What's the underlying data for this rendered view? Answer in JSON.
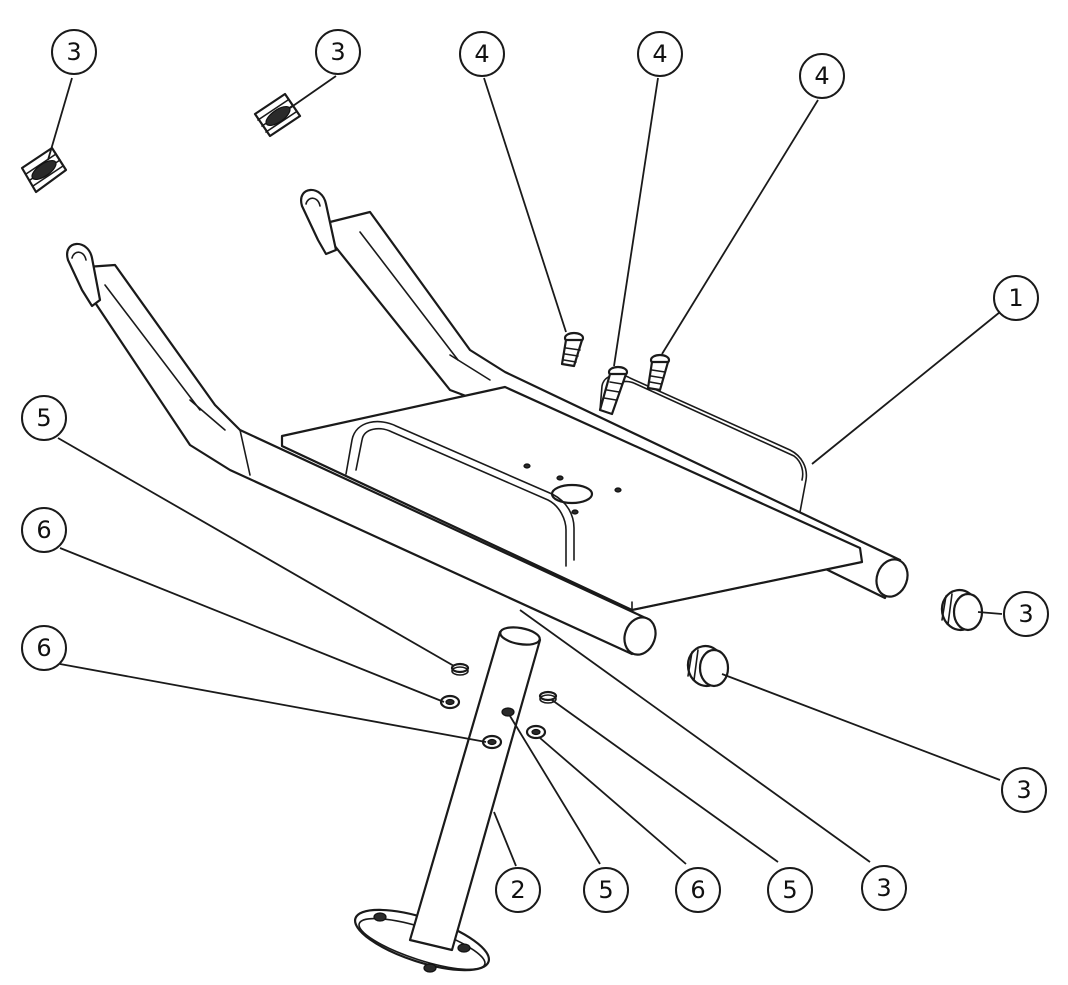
{
  "callouts": [
    {
      "id": "c1",
      "number": "1"
    },
    {
      "id": "c2",
      "number": "2"
    },
    {
      "id": "c3a",
      "number": "3"
    },
    {
      "id": "c3b",
      "number": "3"
    },
    {
      "id": "c3c",
      "number": "3"
    },
    {
      "id": "c3d",
      "number": "3"
    },
    {
      "id": "c3e",
      "number": "3"
    },
    {
      "id": "c4a",
      "number": "4"
    },
    {
      "id": "c4b",
      "number": "4"
    },
    {
      "id": "c4c",
      "number": "4"
    },
    {
      "id": "c5a",
      "number": "5"
    },
    {
      "id": "c5b",
      "number": "5"
    },
    {
      "id": "c5c",
      "number": "5"
    },
    {
      "id": "c6a",
      "number": "6"
    },
    {
      "id": "c6b",
      "number": "6"
    },
    {
      "id": "c6c",
      "number": "6"
    }
  ]
}
